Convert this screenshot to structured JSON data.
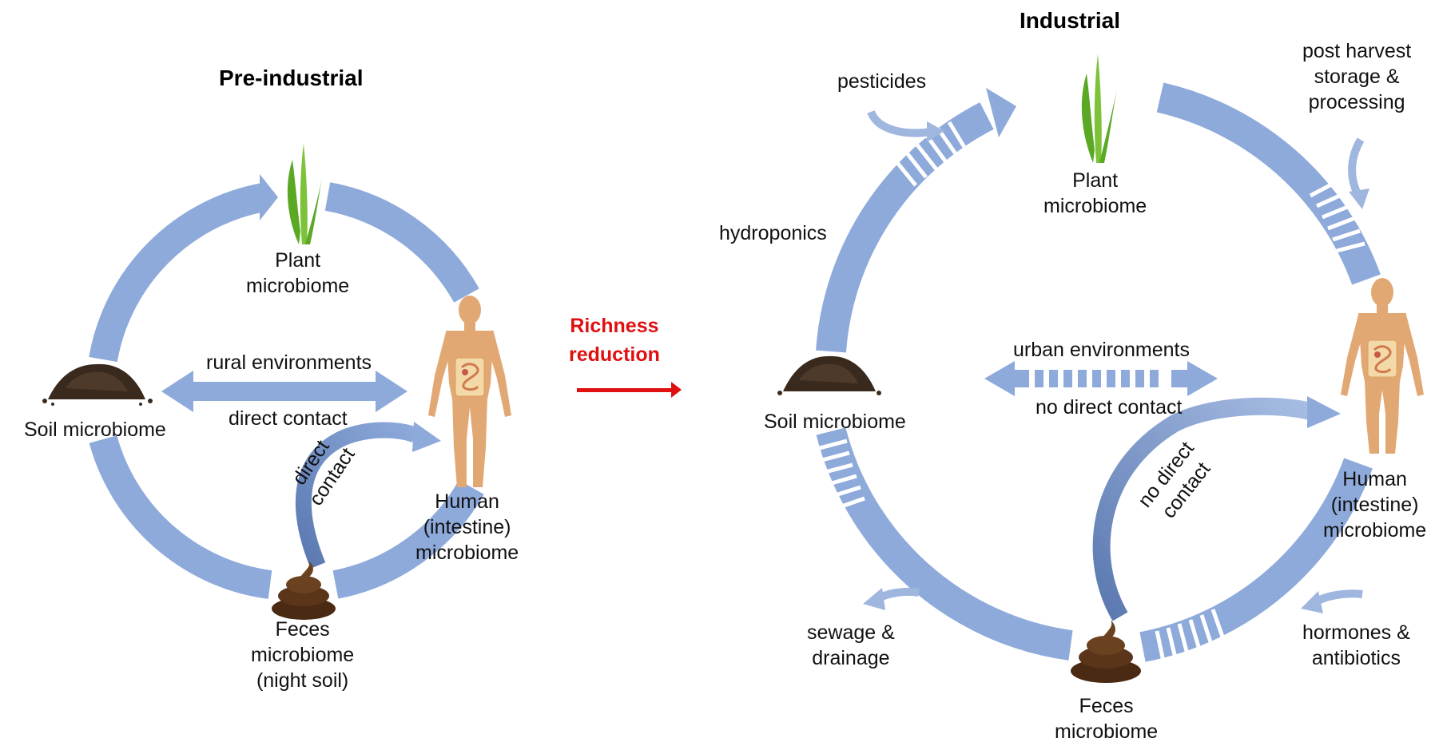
{
  "titles": {
    "pre_industrial": "Pre-industrial",
    "industrial": "Industrial"
  },
  "transition": {
    "line1": "Richness",
    "line2": "reduction"
  },
  "pre_industrial": {
    "plant": [
      "Plant",
      "microbiome"
    ],
    "soil": "Soil microbiome",
    "human": [
      "Human",
      "(intestine)",
      "microbiome"
    ],
    "feces": [
      "Feces",
      "microbiome",
      "(night soil)"
    ],
    "environment": "rural environments",
    "contact": "direct contact",
    "curved_contact": [
      "direct",
      "contact"
    ]
  },
  "industrial": {
    "plant": [
      "Plant",
      "microbiome"
    ],
    "soil": "Soil microbiome",
    "human": [
      "Human",
      "(intestine)",
      "microbiome"
    ],
    "feces": [
      "Feces",
      "microbiome"
    ],
    "environment": "urban environments",
    "contact": "no direct contact",
    "curved_contact": [
      "no direct",
      "contact"
    ],
    "pesticides": "pesticides",
    "hydroponics": "hydroponics",
    "post_harvest": [
      "post harvest",
      "storage &",
      "processing"
    ],
    "sewage": [
      "sewage &",
      "drainage"
    ],
    "hormones": [
      "hormones &",
      "antibiotics"
    ]
  },
  "colors": {
    "arrow": "#8eaadb",
    "arrow_dark": "#5a78b0",
    "accent_red": "#e01010",
    "plant_green": "#6bb82a",
    "soil": "#3a2a1e",
    "feces": "#5a3519",
    "skin": "#e2a874"
  },
  "icons": {
    "plant": "plant-icon",
    "soil": "soil-pile-icon",
    "human": "human-body-icon",
    "feces": "feces-icon"
  }
}
